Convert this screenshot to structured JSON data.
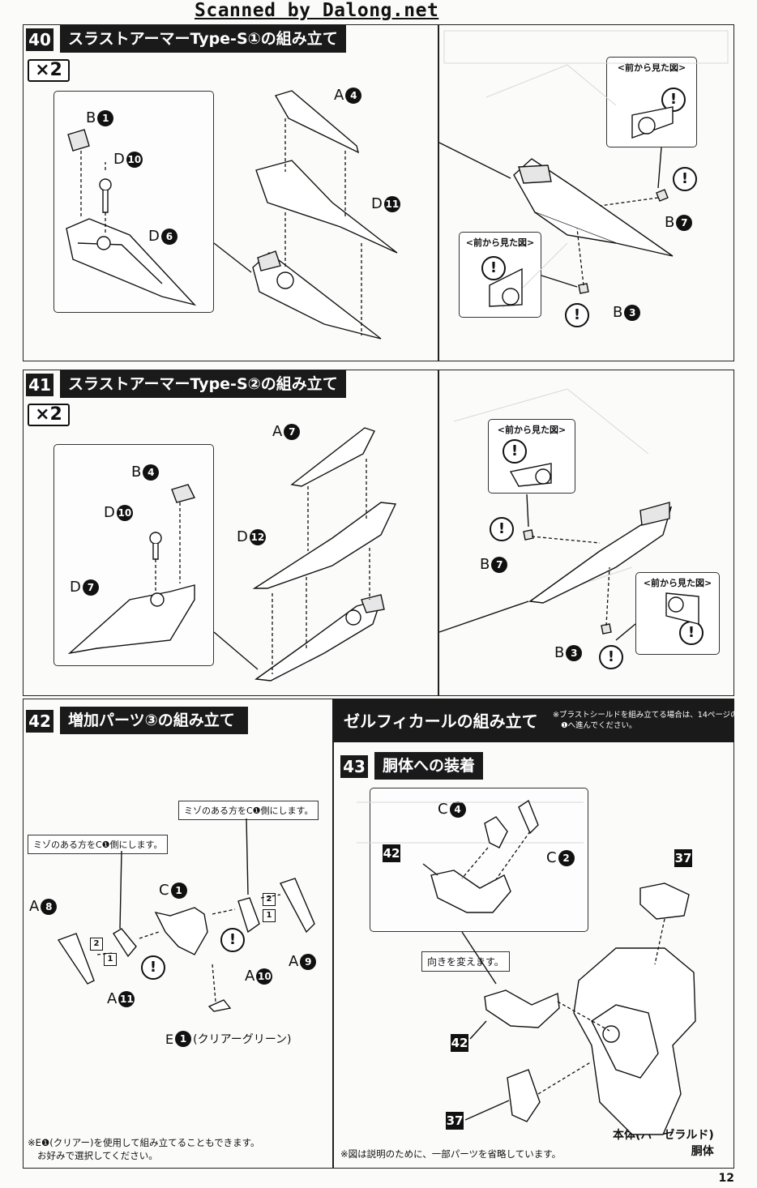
{
  "watermark": "Scanned by Dalong.net",
  "page_number": "12",
  "step40": {
    "number": "40",
    "title": "スラストアーマーType-S①の組み立て",
    "qty": "×2",
    "labels": [
      {
        "letter": "B",
        "n": "1"
      },
      {
        "letter": "D",
        "n": "10"
      },
      {
        "letter": "D",
        "n": "6"
      },
      {
        "letter": "A",
        "n": "4"
      },
      {
        "letter": "D",
        "n": "11"
      },
      {
        "letter": "B",
        "n": "7"
      },
      {
        "letter": "B",
        "n": "3"
      }
    ],
    "callout_top": "<前から見た図>",
    "callout_bottom": "<前から見た図>"
  },
  "step41": {
    "number": "41",
    "title": "スラストアーマーType-S②の組み立て",
    "qty": "×2",
    "labels": [
      {
        "letter": "B",
        "n": "4"
      },
      {
        "letter": "D",
        "n": "10"
      },
      {
        "letter": "D",
        "n": "7"
      },
      {
        "letter": "A",
        "n": "7"
      },
      {
        "letter": "D",
        "n": "12"
      },
      {
        "letter": "B",
        "n": "7"
      },
      {
        "letter": "B",
        "n": "3"
      }
    ],
    "callout_top": "<前から見た図>",
    "callout_bottom": "<前から見た図>"
  },
  "step42": {
    "number": "42",
    "title": "増加パーツ③の組み立て",
    "note_right": "ミゾのある方をC❶側にします。",
    "note_left": "ミゾのある方をC❶側にします。",
    "labels": [
      {
        "letter": "A",
        "n": "8"
      },
      {
        "letter": "A",
        "n": "11"
      },
      {
        "letter": "C",
        "n": "1"
      },
      {
        "letter": "A",
        "n": "10"
      },
      {
        "letter": "A",
        "n": "9"
      }
    ],
    "e_label_letter": "E",
    "e_label_n": "1",
    "e_label_text": "(クリアーグリーン)",
    "tags": [
      "2",
      "1",
      "2",
      "1"
    ],
    "footnote_line1": "※E❶(クリアー)を使用して組み立てることもできます。",
    "footnote_line2": "お好みで選択してください。"
  },
  "zelf": {
    "title": "ゼルフィカールの組み立て",
    "note_line1": "※ブラストシールドを組み立てる場合は、14ページの",
    "note_line2": "❶へ進んでください。"
  },
  "step43": {
    "number": "43",
    "title": "胴体への装着",
    "labels": [
      {
        "letter": "C",
        "n": "4"
      },
      {
        "letter": "C",
        "n": "2"
      }
    ],
    "sq_42": "42",
    "sq_37": "37",
    "rotate_note": "向きを変えます。",
    "body_label_1": "本体(バーゼラルド)",
    "body_label_2": "胴体",
    "footnote": "※図は説明のために、一部パーツを省略しています。"
  }
}
